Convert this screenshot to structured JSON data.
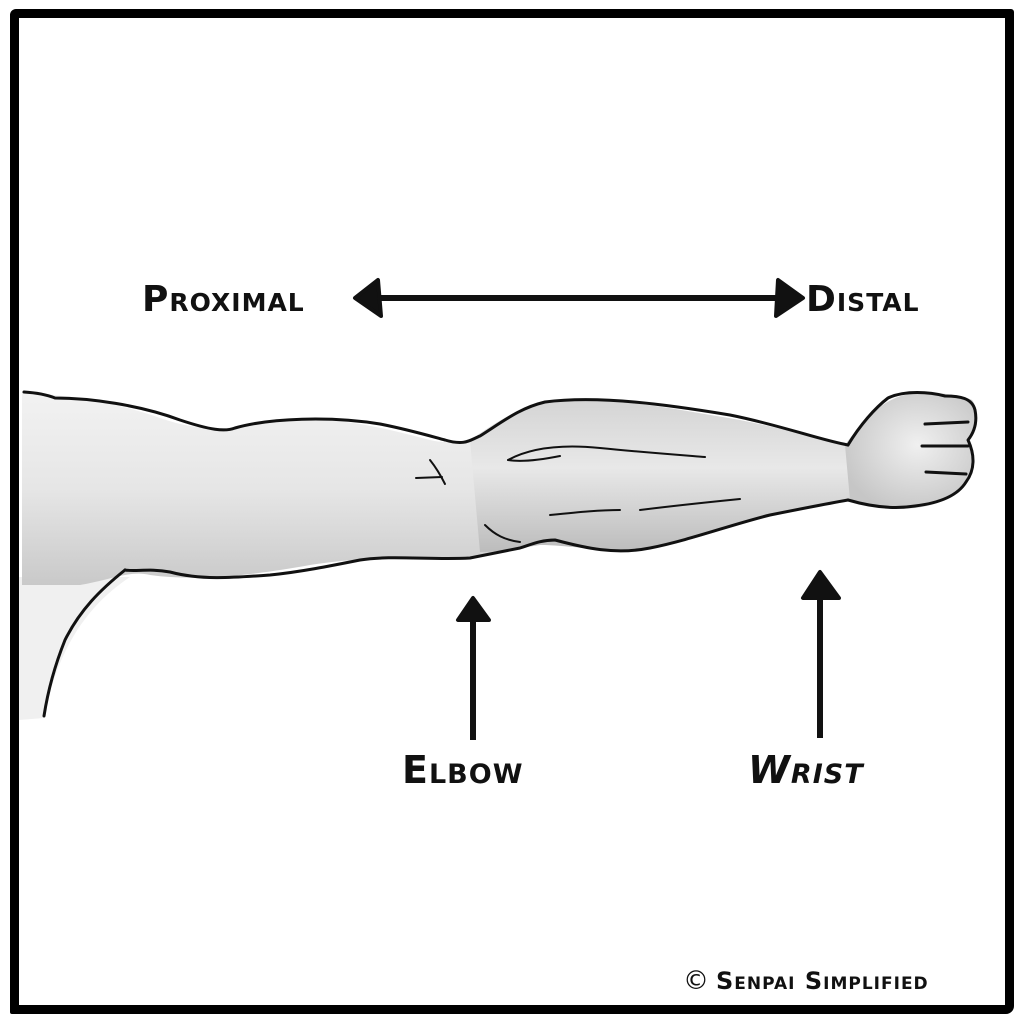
{
  "diagram": {
    "subject": "Human arm, side view, extended horizontally",
    "axis": {
      "left_label": "Proximal",
      "right_label": "Distal",
      "arrow": "double-headed"
    },
    "callouts": [
      {
        "label": "Elbow",
        "arrow_direction": "up"
      },
      {
        "label": "Wrist",
        "arrow_direction": "up"
      }
    ]
  },
  "credit": {
    "symbol": "©",
    "text": "Senpai Simplified"
  },
  "colors": {
    "ink": "#111111",
    "frame": "#000000",
    "skin_light": "#eeeeee",
    "skin_shadow": "#bdbdbd",
    "background": "#ffffff"
  }
}
